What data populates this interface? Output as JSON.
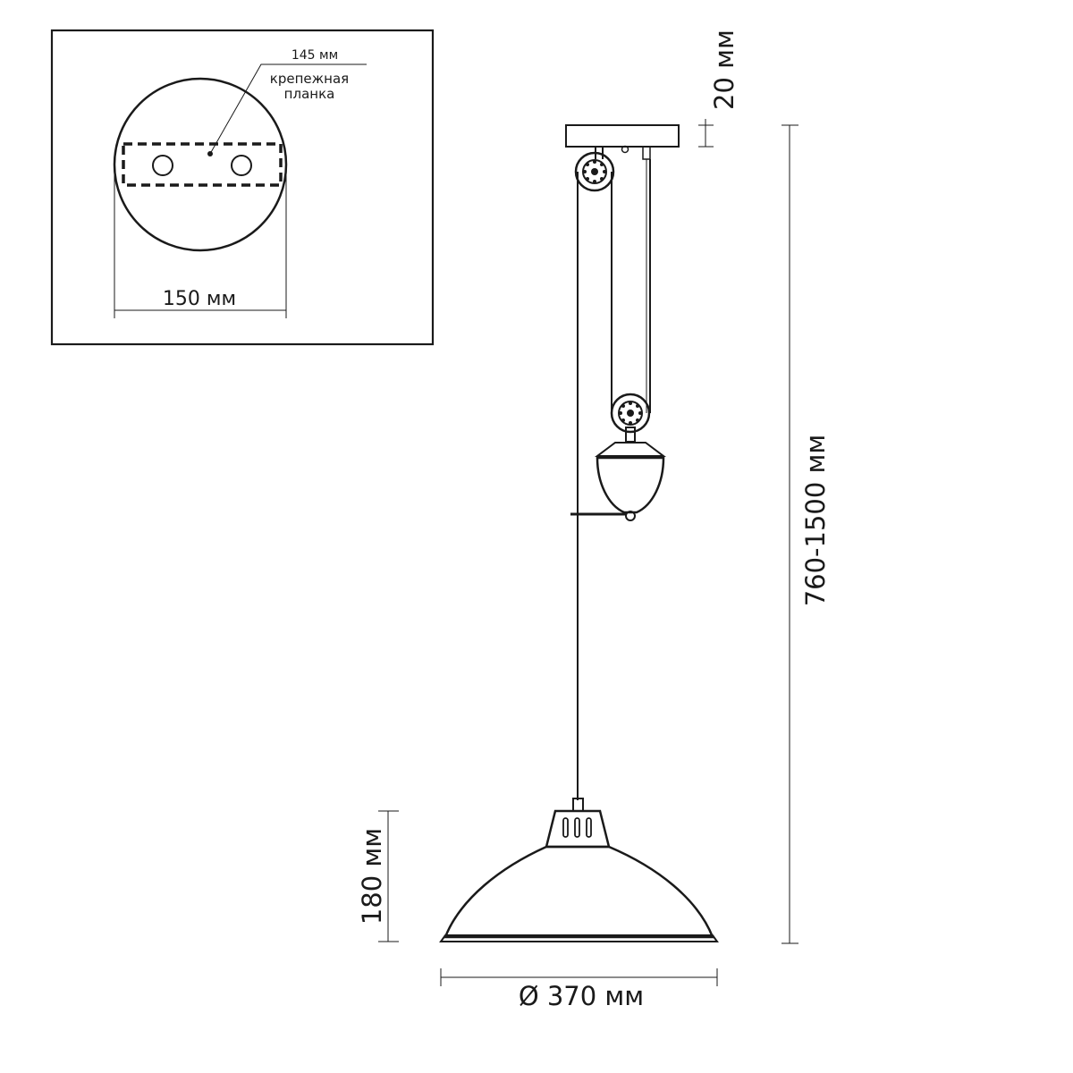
{
  "inset": {
    "bracket_width": "145 мм",
    "bracket_label_line1": "крепежная",
    "bracket_label_line2": "планка",
    "base_diameter": "150 мм"
  },
  "dimensions": {
    "canopy_height": "20 мм",
    "total_height": "760-1500 мм",
    "shade_height": "180 мм",
    "shade_diameter": "Ø 370 мм"
  },
  "colors": {
    "line": "#1a1a1a",
    "background": "#ffffff"
  }
}
